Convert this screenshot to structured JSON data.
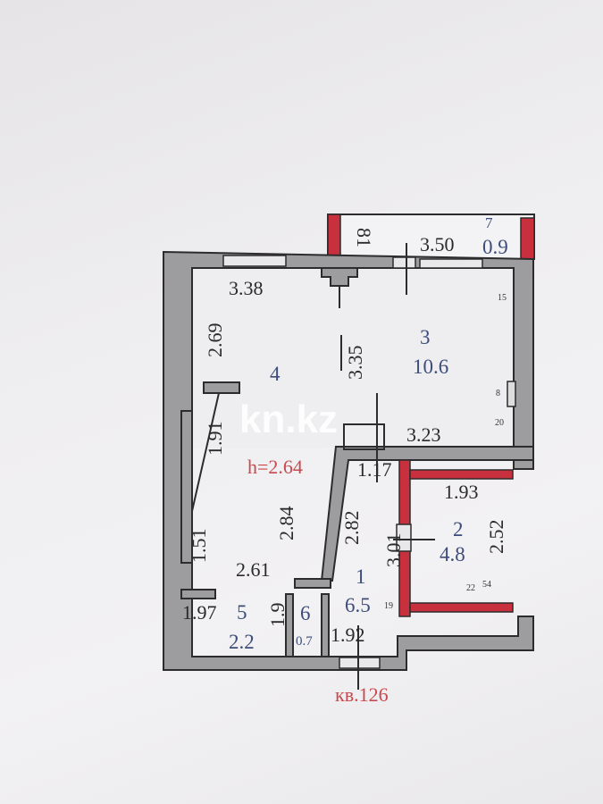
{
  "plan": {
    "apartment_label": "кв.126",
    "ceiling_height": "h=2.64",
    "watermark": "kn.kz",
    "colors": {
      "wall": "#9d9d9f",
      "red_wall": "#c8303e",
      "room_number": "#3d4d7a",
      "annotation": "#c84a50"
    },
    "rooms": [
      {
        "number": "1",
        "area": "6.5"
      },
      {
        "number": "2",
        "area": "4.8"
      },
      {
        "number": "3",
        "area": "10.6"
      },
      {
        "number": "4",
        "area": ""
      },
      {
        "number": "5",
        "area": "2.2"
      },
      {
        "number": "6",
        "area": "0.7"
      },
      {
        "number": "7",
        "area": "0.9"
      }
    ],
    "dimensions": {
      "balcony_depth": "81",
      "balcony_length": "3.50",
      "room4_top": "3.38",
      "room4_left": "2.69",
      "room3_left": "3.35",
      "room3_bottom": "3.23",
      "hall_left_upper": "1.91",
      "hall_left_lower": "1.51",
      "hall_right": "2.84",
      "hall_bottom": "2.61",
      "corridor_width": "1.17",
      "corridor_left": "2.82",
      "corridor_right": "3.01",
      "room2_top": "1.93",
      "room2_right": "2.52",
      "room5_width": "1.97",
      "room5_side": "1.9",
      "entrance_width": "1.92"
    },
    "small_marks": [
      "15",
      "8",
      "20",
      "22",
      "54",
      "19"
    ]
  }
}
